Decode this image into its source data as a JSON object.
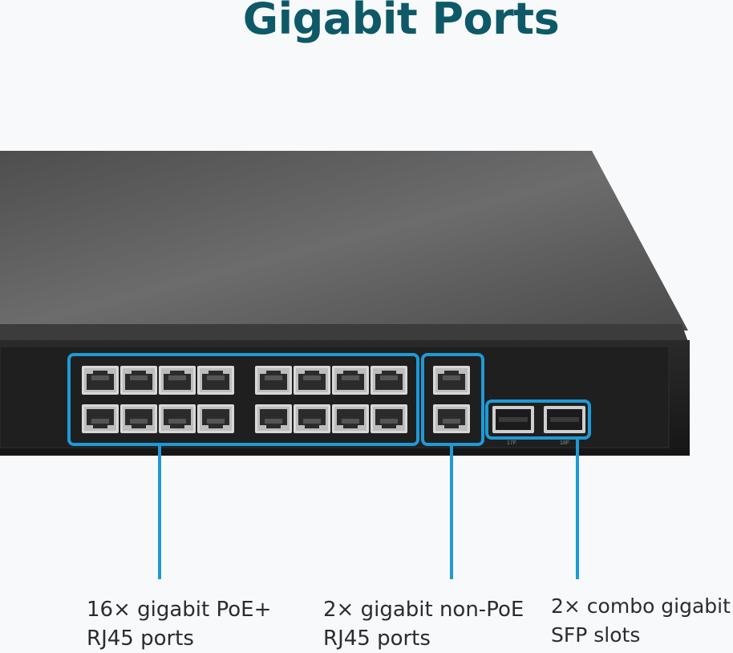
{
  "title": "Gigabit Ports",
  "colors": {
    "title": "#0e5968",
    "callout": "#1e9ad6",
    "chassis_top": "#5a5a5a",
    "front_panel": "#1e1e1e"
  },
  "callouts": [
    {
      "line1": "16× gigabit PoE+",
      "line2": "RJ45 ports"
    },
    {
      "line1": "2× gigabit non-PoE",
      "line2": "RJ45 ports"
    },
    {
      "line1": "2× combo gigabit",
      "line2": "SFP slots"
    }
  ],
  "sfp_labels": [
    "17F",
    "18F"
  ]
}
